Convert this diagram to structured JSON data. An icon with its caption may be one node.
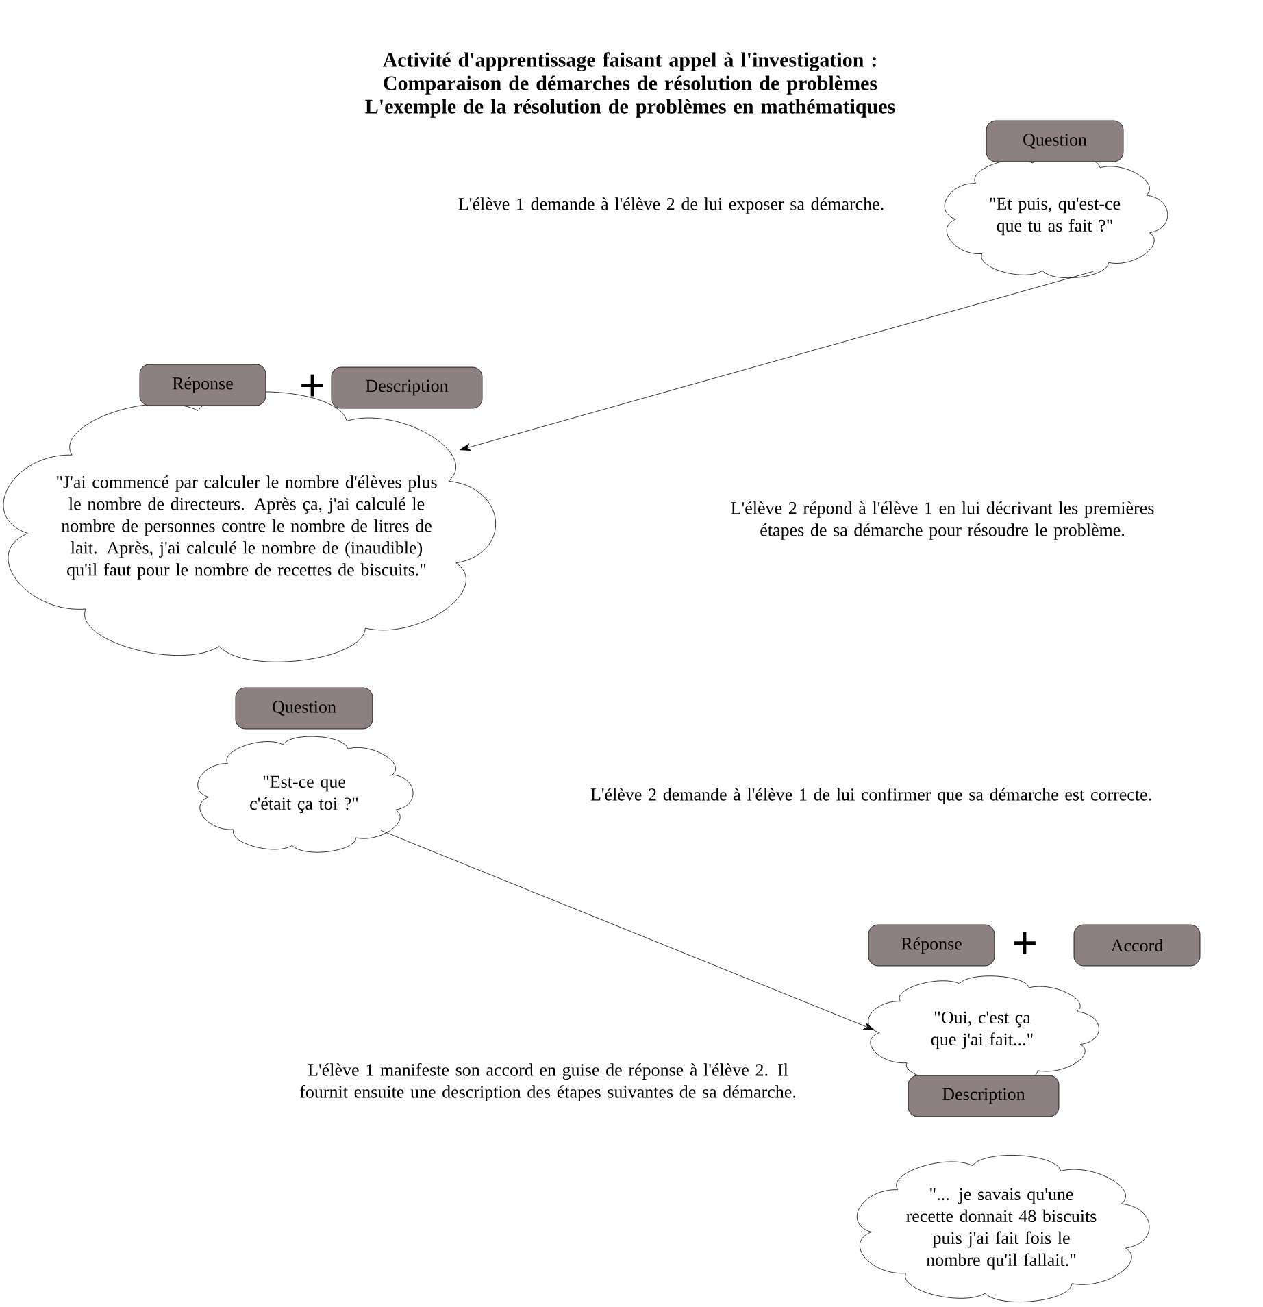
{
  "diagram": {
    "title": "Activité d'apprentissage faisant appel à l'investigation : Comparaison de démarches de résolution de problèmes L'exemple de la résolution de problèmes en mathématiques",
    "nodes": [
      {
        "text": [
          "Question"
        ]
      },
      {
        "text": [
          "\"Et puis, qu'est-ce que tu as fait ?\""
        ]
      },
      {
        "text": [
          "Réponse"
        ]
      },
      {
        "text": [
          "Description"
        ]
      },
      {
        "text": [
          "\"J'ai commencé par calculer le nombre d'élèves plus le nombre de directeurs. Après ça, j'ai calculé le nombre de personnes contre le nombre de litres de lait. Après, j'ai calculé le nombre de (inaudible) qu'il faut pour le nombre de recettes de biscuits.\""
        ]
      },
      {
        "text": [
          "Question"
        ]
      },
      {
        "text": [
          "\"Est-ce que c'était ça toi ?\""
        ]
      },
      {
        "text": [
          "Réponse"
        ]
      },
      {
        "text": [
          "Accord"
        ]
      },
      {
        "text": [
          "\"Oui, c'est ça que j'ai fait...\""
        ]
      },
      {
        "text": [
          "Description"
        ]
      },
      {
        "text": [
          "\"... je savais qu'une recette donnait 48 biscuits puis j'ai fait fois le nombre qu'il fallait.\""
        ]
      }
    ],
    "edges": [
      {
        "from": 1,
        "to": 4,
        "arrow": "to"
      },
      {
        "from": 6,
        "to": 9,
        "arrow": "to"
      }
    ],
    "labels": [
      "L'élève 1 demande à l'élève 2 de lui exposer sa démarche.",
      "+",
      "L'élève 2 répond à l'élève 1 en lui décrivant les premières étapes de sa démarche pour résoudre le problème.",
      "L'élève 2 demande à l'élève 1 de lui confirmer que sa démarche est correcte.",
      "+",
      "L'élève 1 manifeste son accord en guise de réponse à l'élève 2. Il fournit ensuite une description des étapes suivantes de sa démarche."
    ]
  }
}
